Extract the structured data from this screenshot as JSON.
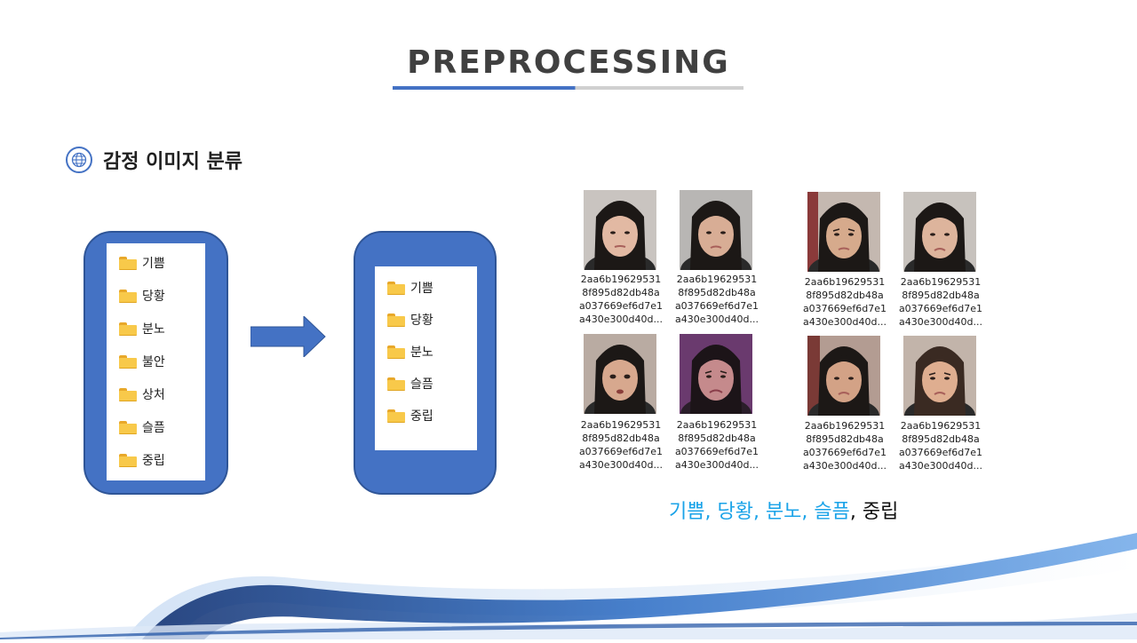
{
  "title": "PREPROCESSING",
  "section_label": "감정 이미지 분류",
  "left_folders": [
    "기쁨",
    "당황",
    "분노",
    "불안",
    "상처",
    "슬픔",
    "중립"
  ],
  "right_folders": [
    "기쁨",
    "당황",
    "분노",
    "슬픔",
    "중립"
  ],
  "image_caption": [
    "2aa6b19629531",
    "8f895d82db48a",
    "a037669ef6d7e1",
    "a430e300d40d..."
  ],
  "emotions": [
    {
      "text": "기쁨,",
      "color": "#1aa3e8"
    },
    {
      "text": " 당황,",
      "color": "#1aa3e8"
    },
    {
      "text": " 분노,",
      "color": "#1aa3e8"
    },
    {
      "text": " 슬픔",
      "color": "#1aa3e8"
    },
    {
      "text": ",",
      "color": "#101010"
    },
    {
      "text": " 중립",
      "color": "#101010"
    }
  ],
  "colors": {
    "accent": "#4472c4",
    "highlight": "#1aa3e8"
  },
  "icons": {
    "section": "globe-icon",
    "folder": "folder-icon",
    "arrow": "arrow-right-icon"
  }
}
